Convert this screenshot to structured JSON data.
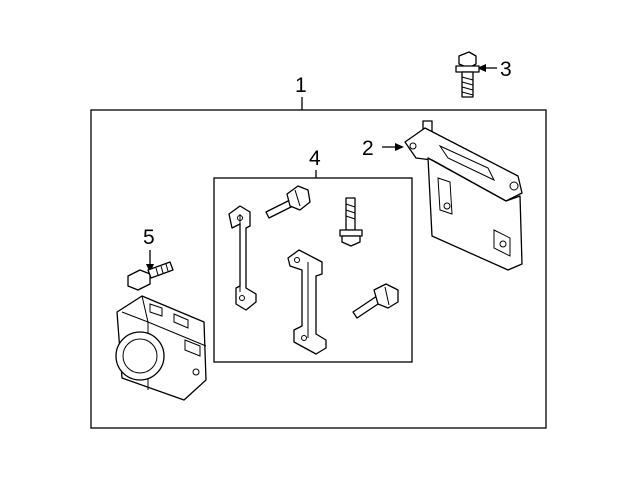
{
  "callouts": [
    {
      "id": "1",
      "text": "1"
    },
    {
      "id": "2",
      "text": "2"
    },
    {
      "id": "3",
      "text": "3"
    },
    {
      "id": "4",
      "text": "4"
    },
    {
      "id": "5",
      "text": "5"
    }
  ]
}
